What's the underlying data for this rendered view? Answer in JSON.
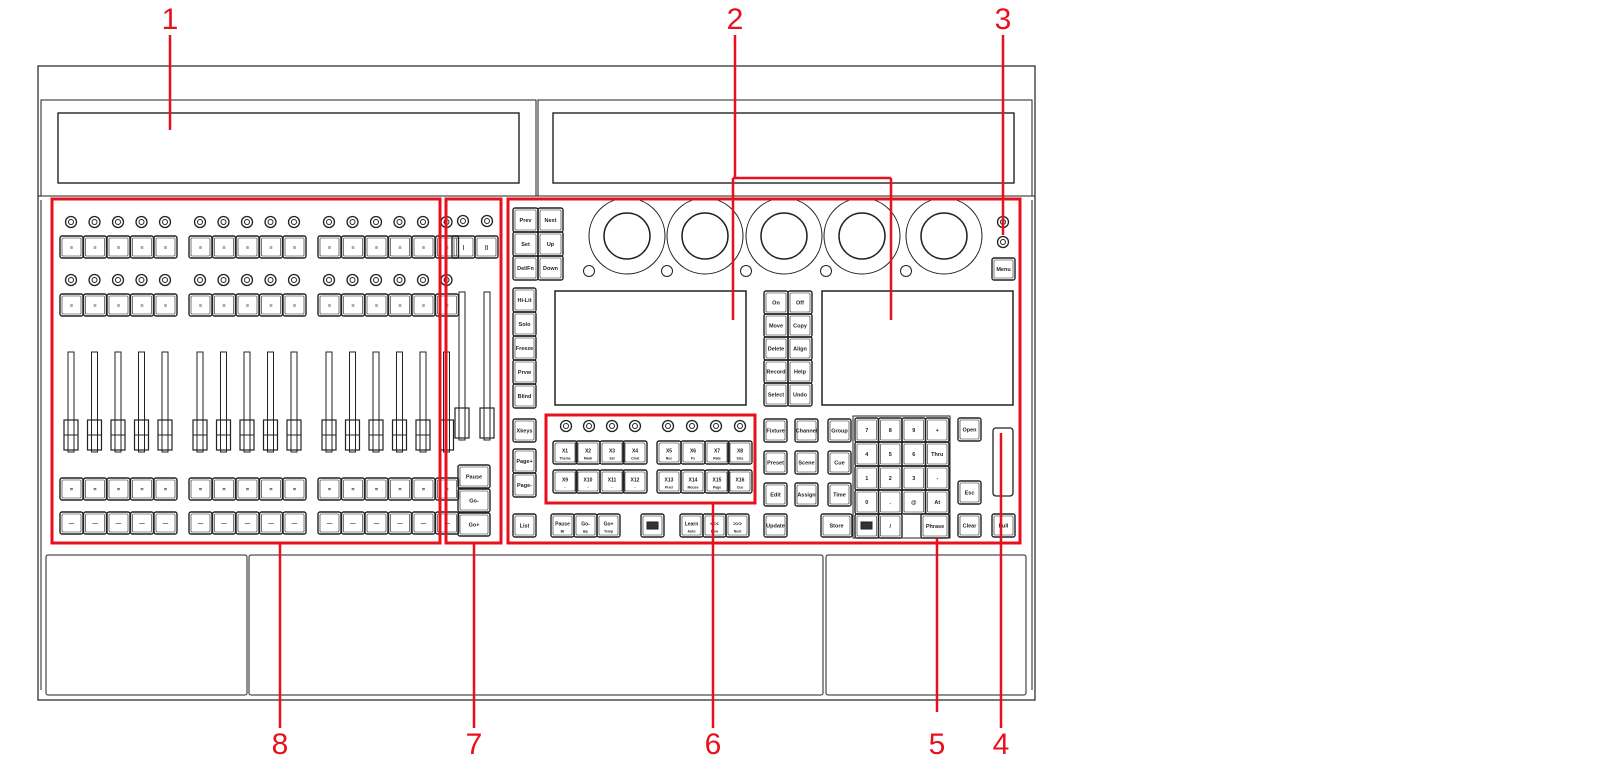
{
  "callouts": [
    "1",
    "2",
    "3",
    "4",
    "5",
    "6",
    "7",
    "8"
  ],
  "colors": {
    "outline": "#222222",
    "callout": "#e8101c"
  },
  "fader_section": {
    "top_button_glyph": "≡",
    "lower_button_glyph": "=",
    "bottom_button_glyph": "—"
  },
  "master_section": {
    "top_buttons": [
      "|",
      "||"
    ],
    "playback_buttons": [
      "Pause",
      "Go-",
      "Go+"
    ]
  },
  "programmer": {
    "nav_keys": [
      "Prev",
      "Next",
      "Set",
      "Up",
      "Del/Fn",
      "Down"
    ],
    "left_column_keys": [
      "Hi-Lit",
      "Solo",
      "Freeze",
      "Prvw",
      "Blind"
    ],
    "page_keys": [
      "Xkeys",
      "Page+",
      "Page-",
      "List"
    ],
    "function_keys": [
      "On",
      "Off",
      "Move",
      "Copy",
      "Delete",
      "Align",
      "Record",
      "Help",
      "Select",
      "Undo"
    ],
    "x_keys_row1": [
      [
        "X1",
        "Theme"
      ],
      [
        "X2",
        "Mark"
      ],
      [
        "X3",
        "Sel"
      ],
      [
        "X4",
        "Cmd"
      ],
      [
        "X5",
        "Rec"
      ],
      [
        "X6",
        "Fx"
      ],
      [
        "X7",
        "Rate"
      ],
      [
        "X8",
        "Size"
      ]
    ],
    "x_keys_row2": [
      [
        "X9",
        "-"
      ],
      [
        "X10",
        "-"
      ],
      [
        "X11",
        "-"
      ],
      [
        "X12",
        "-"
      ],
      [
        "X13",
        "Pixel"
      ],
      [
        "X14",
        "Mouse"
      ],
      [
        "X15",
        "Page"
      ],
      [
        "X16",
        "Cue"
      ]
    ],
    "playback_row": [
      [
        "Pause",
        "Bt"
      ],
      [
        "Go-",
        "Bp"
      ],
      [
        "Go+",
        "Temp"
      ],
      [
        "",
        ""
      ],
      [
        "Learn",
        "Auto"
      ],
      [
        "<<<",
        "Rew"
      ],
      [
        ">>>",
        "Next"
      ]
    ],
    "object_keys": [
      "Fixture",
      "Channel",
      "Group",
      "Preset",
      "Scene",
      "Cue",
      "Edit",
      "Assign",
      "Time"
    ],
    "update_label": "Update",
    "store_label": "Store",
    "keypad": [
      "7",
      "8",
      "9",
      "+",
      "4",
      "5",
      "6",
      "Thru",
      "1",
      "2",
      "3",
      "-",
      "0",
      ".",
      "@",
      "At",
      "",
      "/",
      "",
      "Phrase"
    ],
    "side_keys": {
      "open": "Open",
      "esc": "Esc",
      "clear": "Clear",
      "full": "Full"
    },
    "menu_label": "Menu"
  }
}
